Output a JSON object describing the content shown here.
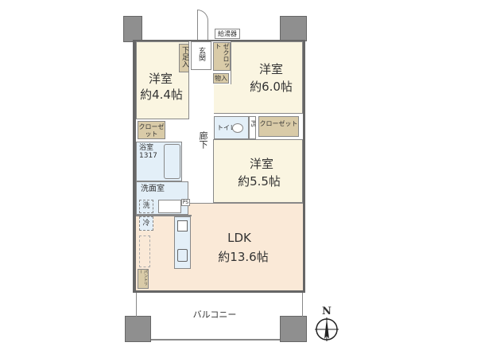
{
  "rooms": {
    "western_a": {
      "name": "洋室",
      "size": "約4.4帖"
    },
    "western_b": {
      "name": "洋室",
      "size": "約6.0帖"
    },
    "western_c": {
      "name": "洋室",
      "size": "約5.5帖"
    },
    "ldk": {
      "name": "LDK",
      "size": "約13.6帖"
    },
    "entrance": "玄関",
    "shoe_storage": "下足入",
    "water_heater": "給湯器",
    "closet_entrance": "ゼクロット",
    "storage": "物入",
    "hallway": "廊下",
    "closet_a": "クローゼット",
    "closet_b": "クローゼット",
    "toilet": "トイレ",
    "ps": "PS",
    "ps2": "PS",
    "bath": "浴室",
    "bath_size": "1317",
    "washroom": "洗面室",
    "washer": "洗",
    "fridge": "冷",
    "pantry": "パントリー",
    "balcony": "バルコニー"
  },
  "compass": {
    "label": "N"
  },
  "colors": {
    "western": "#faf5e1",
    "ldk": "#fae9d7",
    "wet": "#e3eff8",
    "storage": "#d9cba8",
    "pillar": "#8f8f8f"
  }
}
